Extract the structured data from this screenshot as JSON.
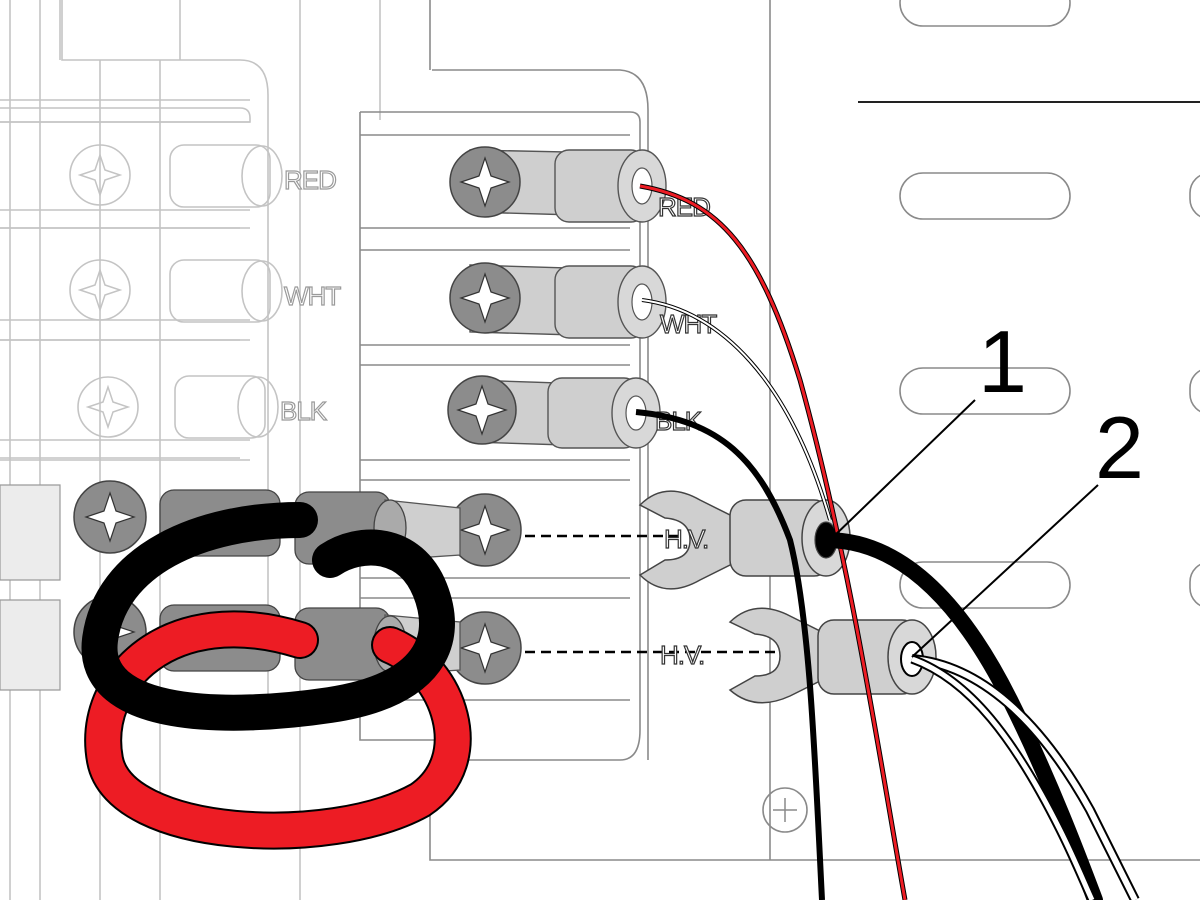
{
  "labels": {
    "left_block": {
      "red": "RED",
      "white": "WHT",
      "black": "BLK"
    },
    "right_block": {
      "red": "RED",
      "white": "WHT",
      "black": "BLK"
    },
    "hv_upper": "H.V.",
    "hv_lower": "H.V."
  },
  "callouts": {
    "one": "1",
    "two": "2"
  },
  "colors": {
    "red_wire": "#ed1c24",
    "black_wire": "#000000",
    "white_wire": "#ffffff",
    "screw_gray": "#8c8c8c",
    "lug_gray": "#cfcfcf",
    "line_art": "#8a8a8a"
  }
}
